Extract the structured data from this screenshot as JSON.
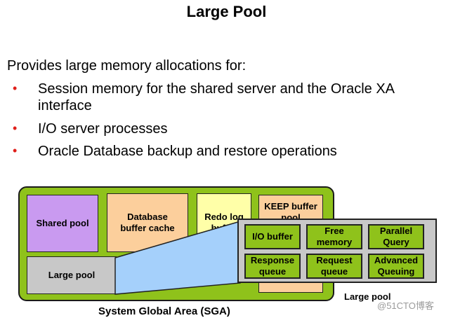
{
  "title": "Large Pool",
  "intro": "Provides large memory allocations for:",
  "bullets": [
    "Session memory for the shared server and the Oracle XA interface",
    "I/O server processes",
    "Oracle Database backup and restore operations"
  ],
  "diagram": {
    "sga_label": "System Global Area (SGA)",
    "components": {
      "shared_pool": "Shared pool",
      "db_buffer_cache": "Database buffer cache",
      "redo_log": "Redo log buffer",
      "keep_pool": "KEEP buffer pool",
      "large_pool": "Large pool"
    },
    "detail_label": "Large pool",
    "detail_items": {
      "io_buffer": "I/O buffer",
      "free_memory": "Free memory",
      "parallel_query": "Parallel Query",
      "response_queue": "Response queue",
      "request_queue": "Request queue",
      "advanced_queuing": "Advanced Queuing"
    }
  },
  "watermark": "@51CTO博客",
  "colors": {
    "sga_green": "#8fc21b",
    "shared_pool": "#c99af0",
    "peach": "#fccf9c",
    "redo_yellow": "#ffffa8",
    "large_pool_gray": "#c8c8c8",
    "zoom_blue": "#a5d0fb",
    "bullet_red": "#e0201b"
  }
}
